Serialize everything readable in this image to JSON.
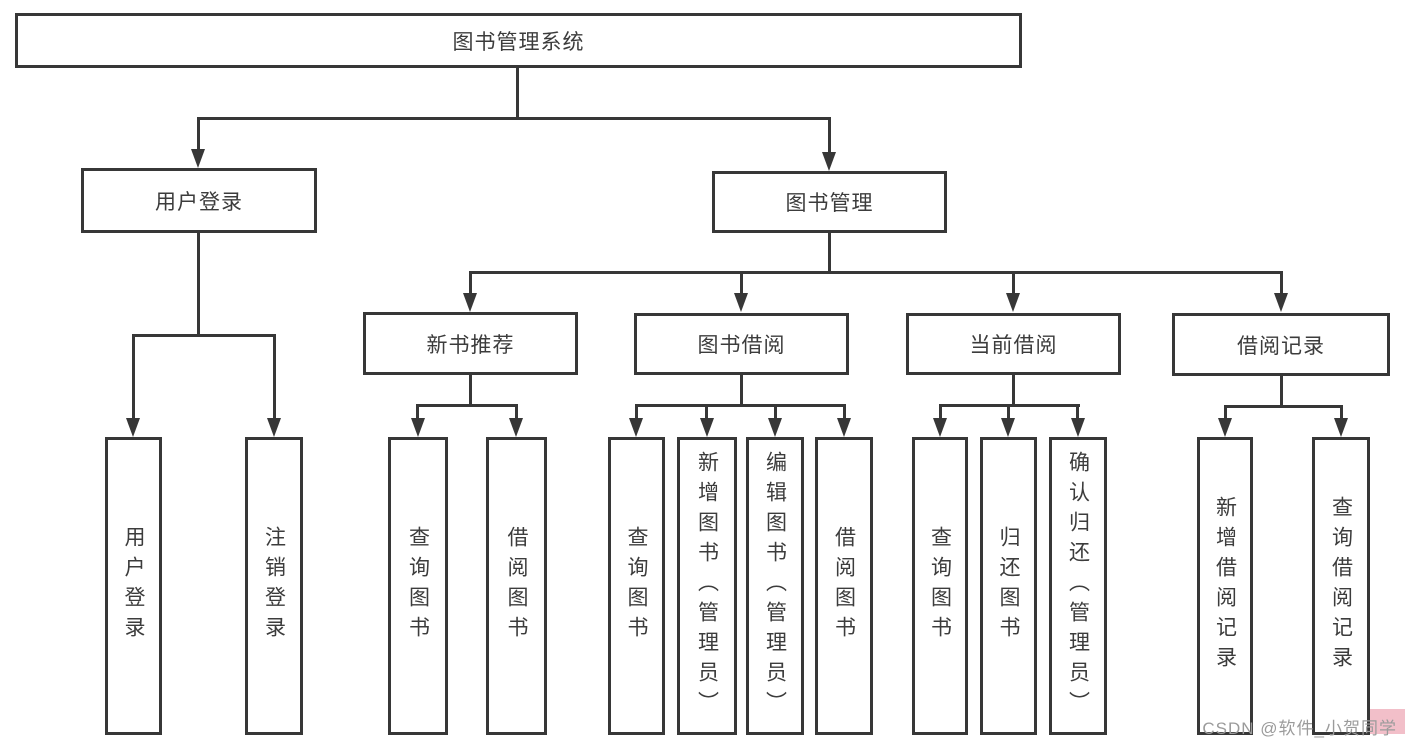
{
  "diagram": {
    "type": "hierarchy-functional-structure",
    "colors": {
      "line": "#373737",
      "box_border": "#373737",
      "text": "#3c3c3c",
      "background": "#ffffff",
      "watermark_text": "#9b9b9b",
      "watermark_highlight": "#f2bfc9"
    },
    "nodes": {
      "root": {
        "label": "图书管理系统"
      },
      "user_login": {
        "label": "用户登录"
      },
      "book_mgmt": {
        "label": "图书管理"
      },
      "new_book_rec": {
        "label": "新书推荐"
      },
      "book_borrow": {
        "label": "图书借阅"
      },
      "current_borrow": {
        "label": "当前借阅"
      },
      "borrow_record": {
        "label": "借阅记录"
      },
      "user_login_leaf": {
        "label": "用户登录"
      },
      "logout_leaf": {
        "label": "注销登录"
      },
      "rec_query_books": {
        "label": "查询图书"
      },
      "rec_borrow_books": {
        "label": "借阅图书"
      },
      "bb_query_books": {
        "label": "查询图书"
      },
      "bb_add_books": {
        "label": "新增图书（管理员）"
      },
      "bb_edit_books": {
        "label": "编辑图书（管理员）"
      },
      "bb_borrow_books": {
        "label": "借阅图书"
      },
      "cb_query_books": {
        "label": "查询图书"
      },
      "cb_return_books": {
        "label": "归还图书"
      },
      "cb_confirm_return": {
        "label": "确认归还（管理员）"
      },
      "br_add_record": {
        "label": "新增借阅记录"
      },
      "br_query_record": {
        "label": "查询借阅记录"
      }
    },
    "edges": [
      {
        "from": "root",
        "to": [
          "user_login",
          "book_mgmt"
        ]
      },
      {
        "from": "user_login",
        "to": [
          "user_login_leaf",
          "logout_leaf"
        ]
      },
      {
        "from": "book_mgmt",
        "to": [
          "new_book_rec",
          "book_borrow",
          "current_borrow",
          "borrow_record"
        ]
      },
      {
        "from": "new_book_rec",
        "to": [
          "rec_query_books",
          "rec_borrow_books"
        ]
      },
      {
        "from": "book_borrow",
        "to": [
          "bb_query_books",
          "bb_add_books",
          "bb_edit_books",
          "bb_borrow_books"
        ]
      },
      {
        "from": "current_borrow",
        "to": [
          "cb_query_books",
          "cb_return_books",
          "cb_confirm_return"
        ]
      },
      {
        "from": "borrow_record",
        "to": [
          "br_add_record",
          "br_query_record"
        ]
      }
    ],
    "watermark": {
      "text": "CSDN @软件_小贺同学"
    }
  }
}
